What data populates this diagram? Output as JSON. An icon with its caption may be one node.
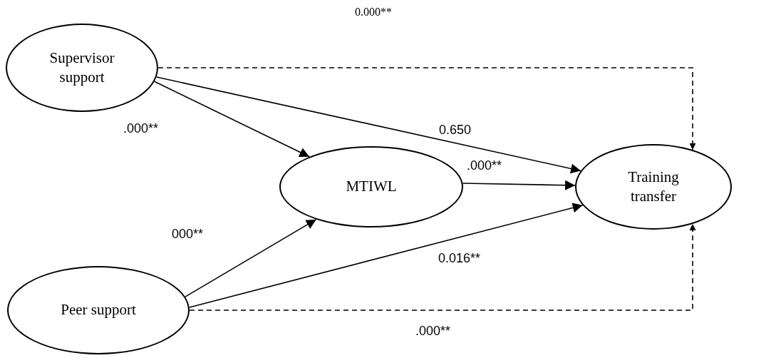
{
  "diagram": {
    "nodes": [
      {
        "text": [
          "Supervisor support"
        ]
      },
      {
        "text": [
          "MTIWL"
        ]
      },
      {
        "text": [
          "Training transfer"
        ]
      },
      {
        "text": [
          "Peer support"
        ]
      }
    ],
    "edges": [
      {
        "from": 0,
        "to": 2,
        "arrow": "to",
        "style": "dashed",
        "label": "0.000**"
      },
      {
        "from": 0,
        "to": 2,
        "arrow": "to",
        "label": "0.650"
      },
      {
        "from": 0,
        "to": 1,
        "arrow": "to",
        "label": ".000**"
      },
      {
        "from": 3,
        "to": 1,
        "arrow": "to",
        "label": "000**"
      },
      {
        "from": 1,
        "to": 2,
        "arrow": "to",
        "label": ".000**"
      },
      {
        "from": 3,
        "to": 2,
        "arrow": "to",
        "label": "0.016**"
      },
      {
        "from": 3,
        "to": 2,
        "arrow": "to",
        "style": "dashed",
        "label": ".000**"
      }
    ]
  }
}
